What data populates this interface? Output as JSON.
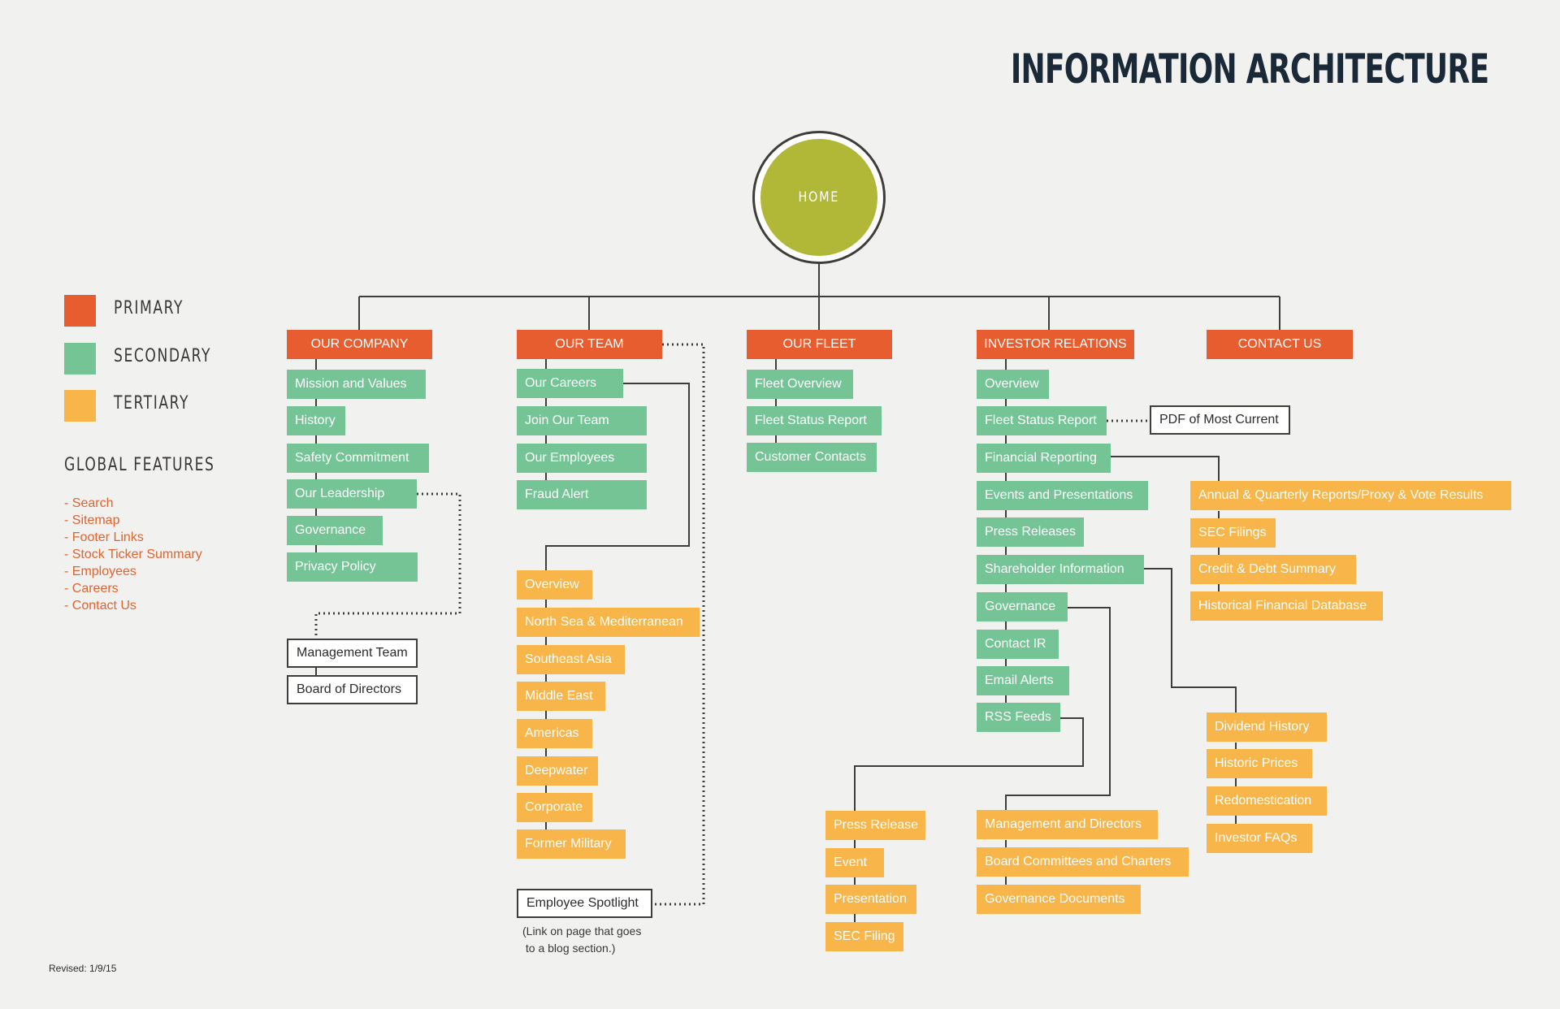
{
  "title": "INFORMATION ARCHITECTURE",
  "home": "HOME",
  "legend": {
    "primary": "PRIMARY",
    "secondary": "SECONDARY",
    "tertiary": "TERTIARY",
    "colors": {
      "primary": "#e85d2f",
      "secondary": "#74c496",
      "tertiary": "#f7b54a",
      "home": "#b1b838"
    }
  },
  "global_features": {
    "title": "GLOBAL FEATURES",
    "items": [
      "- Search",
      "- Sitemap",
      "- Footer Links",
      "- Stock Ticker Summary",
      "- Employees",
      "- Careers",
      "- Contact Us"
    ]
  },
  "our_company": {
    "label": "OUR COMPANY",
    "items": [
      "Mission and Values",
      "History",
      "Safety Commitment",
      "Our Leadership",
      "Governance",
      "Privacy Policy"
    ],
    "leadership_children": [
      "Management Team",
      "Board of Directors"
    ]
  },
  "our_team": {
    "label": "OUR TEAM",
    "items": [
      "Our Careers",
      "Join Our Team",
      "Our Employees",
      "Fraud Alert"
    ],
    "careers_children": [
      "Overview",
      "North Sea & Mediterranean",
      "Southeast Asia",
      "Middle East",
      "Americas",
      "Deepwater",
      "Corporate",
      "Former Military"
    ],
    "spotlight": "Employee Spotlight",
    "spotlight_note": "(Link on page that goes\n to a blog section.)"
  },
  "our_fleet": {
    "label": "OUR FLEET",
    "items": [
      "Fleet Overview",
      "Fleet Status Report",
      "Customer Contacts"
    ]
  },
  "investor_relations": {
    "label": "INVESTOR RELATIONS",
    "items": [
      "Overview",
      "Fleet Status Report",
      "Financial Reporting",
      "Events and Presentations",
      "Press Releases",
      "Shareholder Information",
      "Governance",
      "Contact IR",
      "Email Alerts",
      "RSS Feeds"
    ],
    "pdf_link": "PDF of Most Current",
    "financial_children": [
      "Annual & Quarterly Reports/Proxy & Vote Results",
      "SEC Filings",
      "Credit & Debt Summary",
      "Historical Financial Database"
    ],
    "shareholder_children": [
      "Dividend History",
      "Historic Prices",
      "Redomestication",
      "Investor FAQs"
    ],
    "governance_children": [
      "Management and Directors",
      "Board Committees and Charters",
      "Governance Documents"
    ],
    "rss_children": [
      "Press Release",
      "Event",
      "Presentation",
      "SEC Filing"
    ]
  },
  "contact_us": {
    "label": "CONTACT US"
  },
  "revised": "Revised: 1/9/15"
}
